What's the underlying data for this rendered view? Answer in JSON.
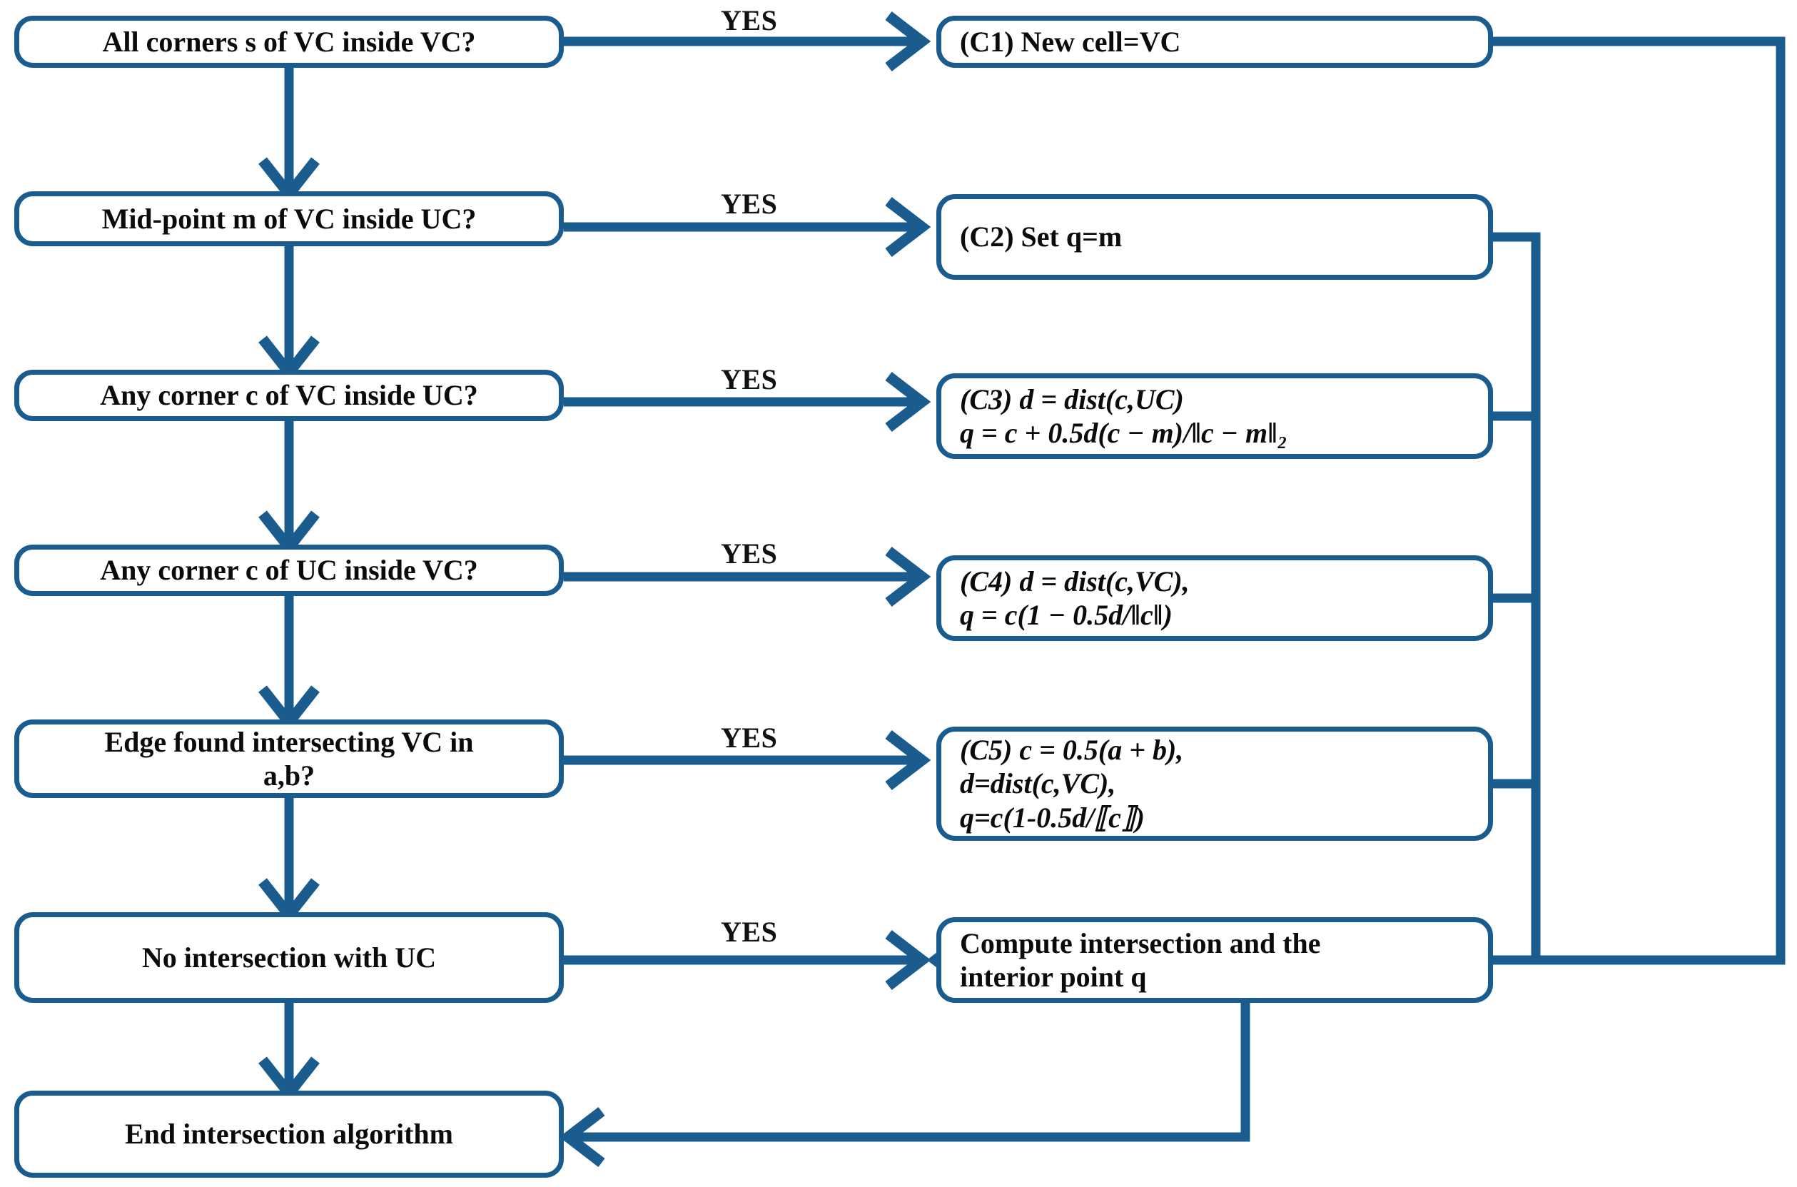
{
  "diagram": {
    "title": "VC/UC cell intersection algorithm flowchart",
    "accent_color": "#1A5C8E",
    "text_color": "#0b0b0b",
    "background_color": "#ffffff",
    "edge_label": "YES"
  },
  "decisions": [
    {
      "id": "D1",
      "label": "All corners s of VC inside VC?"
    },
    {
      "id": "D2",
      "label": "Mid-point m of VC inside UC?"
    },
    {
      "id": "D3",
      "label": "Any corner c of VC inside UC?"
    },
    {
      "id": "D4",
      "label": "Any corner c of UC inside VC?"
    },
    {
      "id": "D5",
      "label": "Edge found intersecting VC in\na,b?"
    },
    {
      "id": "D6",
      "label": "No intersection with UC"
    },
    {
      "id": "D7",
      "label": "End intersection algorithm"
    }
  ],
  "actions": [
    {
      "id": "C1",
      "label": "(C1) New cell=VC"
    },
    {
      "id": "C2",
      "label": "(C2) Set q=m"
    },
    {
      "id": "C3",
      "label": "(C3) d = dist(c,UC)\nq = c + 0.5d(c − m)/‖c − m‖₂"
    },
    {
      "id": "C4",
      "label": "(C4) d = dist(c,VC),\nq = c(1 − 0.5d/‖c‖)"
    },
    {
      "id": "C5",
      "label": "(C5) c = 0.5(a + b),\nd=dist(c,VC),\nq=c(1-0.5d/⟦c⟧)"
    },
    {
      "id": "C6",
      "label": "Compute intersection and the\ninterior point q"
    }
  ],
  "edge_labels": {
    "e1": "YES",
    "e2": "YES",
    "e3": "YES",
    "e4": "YES",
    "e5": "YES",
    "e6": "YES"
  }
}
